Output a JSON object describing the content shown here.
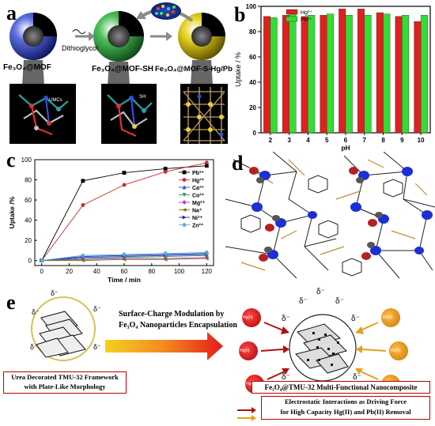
{
  "panel_a": {
    "label": "a",
    "sphere1": "Fe₃O₄@MOF",
    "sphere2": "Fe₃O₄@MOF-SH",
    "sphere3": "Fe₃O₄@MOF-S-Hg/Pb",
    "reagent": "Dithioglycol",
    "umcs": "UMCs",
    "sh": "SH",
    "colors": {
      "blue": "#2433a8",
      "green": "#2a8a36",
      "yellow": "#c9b200",
      "arrow": "#8a8a8a"
    }
  },
  "panel_b": {
    "label": "b"
  },
  "panel_c": {
    "label": "c"
  },
  "panel_d": {
    "label": "d"
  },
  "panel_e": {
    "label": "e",
    "arrow_text_1": "Surface-Charge Modulation by",
    "arrow_text_2": "Fe₃O₄ Nanoparticles Encapsulation",
    "left_caption_1": "Urea Decorated TMU-32 Framework",
    "left_caption_2": "with Plate-Like Morphology",
    "right_title": "Fe₃O₄@TMU-32 Multi-Functional Nanocomposite",
    "legend_1": "Electrostatic Interactions as Driving Force",
    "legend_2": "for High Capacity Hg(II) and Pb(II) Removal",
    "delta": "δ⁻",
    "hg": "Hg(II)",
    "pb": "Pb(II)",
    "colors": {
      "hg": "#d81c1c",
      "pb": "#e89a1c",
      "ring": "#d7c25a",
      "box": "#b00000"
    }
  },
  "chart_data": [
    {
      "type": "bar",
      "panel": "b",
      "ylabel": "Uptake / %",
      "xlabel": "pH",
      "categories": [
        "2",
        "3",
        "4",
        "5",
        "6",
        "7",
        "8",
        "9",
        "10"
      ],
      "ylim": [
        0,
        100
      ],
      "yticks": [
        0,
        20,
        40,
        60,
        80,
        100
      ],
      "series": [
        {
          "name": "Hg²⁺",
          "color": "#e02020",
          "values": [
            92,
            93,
            92,
            93,
            98,
            98,
            95,
            92,
            88
          ]
        },
        {
          "name": "Pb²⁺",
          "color": "#33dd33",
          "values": [
            91,
            94,
            93,
            94,
            93,
            93,
            94,
            93,
            93
          ]
        }
      ],
      "legend": "top-left"
    },
    {
      "type": "line",
      "panel": "c",
      "ylabel": "Uptake /%",
      "xlabel": "Time / min",
      "xlim": [
        -5,
        125
      ],
      "ylim": [
        -5,
        100
      ],
      "xticks": [
        0,
        20,
        40,
        60,
        80,
        100,
        120
      ],
      "yticks": [
        0,
        20,
        40,
        60,
        80,
        100
      ],
      "x": [
        0,
        30,
        60,
        90,
        120
      ],
      "series": [
        {
          "name": "Pb²⁺",
          "color": "#000000",
          "marker": "square",
          "values": [
            0,
            79,
            87,
            91,
            94
          ]
        },
        {
          "name": "Hg²⁺",
          "color": "#cc2a2a",
          "marker": "circle",
          "values": [
            0,
            55,
            75,
            88,
            97
          ]
        },
        {
          "name": "Ca²⁺",
          "color": "#2a4ad8",
          "marker": "triangle",
          "values": [
            0,
            3,
            4,
            5,
            6
          ]
        },
        {
          "name": "Co²⁺",
          "color": "#2a9a6a",
          "marker": "triangle-down",
          "values": [
            0,
            2,
            3,
            4,
            5
          ]
        },
        {
          "name": "Mg²⁺",
          "color": "#c22ac2",
          "marker": "diamond",
          "values": [
            0,
            1,
            2,
            2,
            3
          ]
        },
        {
          "name": "Na⁺",
          "color": "#7a7a00",
          "marker": "triangle-left",
          "values": [
            0,
            0,
            1,
            1,
            2
          ]
        },
        {
          "name": "Ni²⁺",
          "color": "#223388",
          "marker": "triangle-right",
          "values": [
            0,
            4,
            5,
            6,
            7
          ]
        },
        {
          "name": "Zn²⁺",
          "color": "#55aaee",
          "marker": "hexagon",
          "values": [
            0,
            5,
            6,
            7,
            8
          ]
        }
      ],
      "legend": "right"
    }
  ]
}
